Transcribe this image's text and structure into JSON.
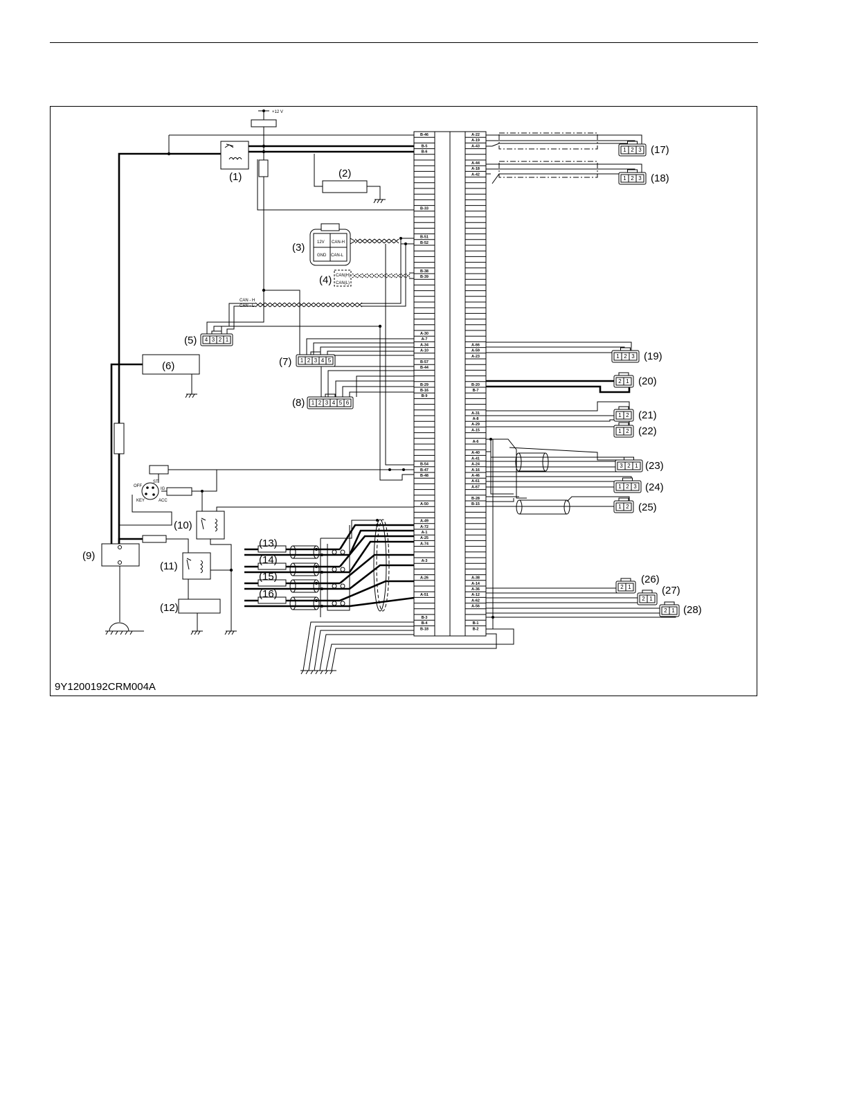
{
  "page": {
    "reference_code": "9Y1200192CRM004A"
  },
  "supply": {
    "label": "+12 V"
  },
  "ecu": {
    "left_pins": [
      {
        "label": "B-46",
        "row": 0
      },
      {
        "label": "B-5",
        "row": 2
      },
      {
        "label": "B-6",
        "row": 3
      },
      {
        "label": "B-33",
        "row": 13
      },
      {
        "label": "B-51",
        "row": 18
      },
      {
        "label": "B-52",
        "row": 19
      },
      {
        "label": "B-38",
        "row": 24
      },
      {
        "label": "B-39",
        "row": 25
      },
      {
        "label": "A-30",
        "row": 35
      },
      {
        "label": "A-7",
        "row": 36
      },
      {
        "label": "A-34",
        "row": 37
      },
      {
        "label": "A-10",
        "row": 38
      },
      {
        "label": "B-57",
        "row": 40
      },
      {
        "label": "B-44",
        "row": 41
      },
      {
        "label": "B-29",
        "row": 44
      },
      {
        "label": "B-16",
        "row": 45
      },
      {
        "label": "B-9",
        "row": 46
      },
      {
        "label": "B-54",
        "row": 58
      },
      {
        "label": "B-47",
        "row": 59
      },
      {
        "label": "B-48",
        "row": 60
      },
      {
        "label": "A-50",
        "row": 65
      },
      {
        "label": "A-49",
        "row": 68
      },
      {
        "label": "A-72",
        "row": 69
      },
      {
        "label": "A-1",
        "row": 70
      },
      {
        "label": "A-25",
        "row": 71
      },
      {
        "label": "A-74",
        "row": 72
      },
      {
        "label": "A-3",
        "row": 75
      },
      {
        "label": "A-26",
        "row": 78
      },
      {
        "label": "A-51",
        "row": 81
      },
      {
        "label": "B-3",
        "row": 85
      },
      {
        "label": "B-4",
        "row": 86
      },
      {
        "label": "B-18",
        "row": 87
      }
    ],
    "right_pins": [
      {
        "label": "A-22",
        "row": 0
      },
      {
        "label": "A-19",
        "row": 1
      },
      {
        "label": "A-43",
        "row": 2
      },
      {
        "label": "A-44",
        "row": 5
      },
      {
        "label": "A-18",
        "row": 6
      },
      {
        "label": "A-42",
        "row": 7
      },
      {
        "label": "A-66",
        "row": 37
      },
      {
        "label": "A-59",
        "row": 38
      },
      {
        "label": "A-23",
        "row": 39
      },
      {
        "label": "B-20",
        "row": 44
      },
      {
        "label": "B-7",
        "row": 45
      },
      {
        "label": "A-31",
        "row": 49
      },
      {
        "label": "A-8",
        "row": 50
      },
      {
        "label": "A-29",
        "row": 51
      },
      {
        "label": "A-15",
        "row": 52
      },
      {
        "label": "A-6",
        "row": 54
      },
      {
        "label": "A-40",
        "row": 56
      },
      {
        "label": "A-41",
        "row": 57
      },
      {
        "label": "A-24",
        "row": 58
      },
      {
        "label": "A-16",
        "row": 59
      },
      {
        "label": "A-46",
        "row": 60
      },
      {
        "label": "A-61",
        "row": 61
      },
      {
        "label": "A-67",
        "row": 62
      },
      {
        "label": "B-28",
        "row": 64
      },
      {
        "label": "B-15",
        "row": 65
      },
      {
        "label": "A-38",
        "row": 78
      },
      {
        "label": "A-14",
        "row": 79
      },
      {
        "label": "A-36",
        "row": 80
      },
      {
        "label": "A-12",
        "row": 81
      },
      {
        "label": "A-62",
        "row": 82
      },
      {
        "label": "A-56",
        "row": 83
      },
      {
        "label": "B-1",
        "row": 86
      },
      {
        "label": "B-2",
        "row": 87
      }
    ]
  },
  "callouts": [
    {
      "label": "(1)"
    },
    {
      "label": "(2)"
    },
    {
      "label": "(3)"
    },
    {
      "label": "(4)"
    },
    {
      "label": "(5)"
    },
    {
      "label": "(6)"
    },
    {
      "label": "(7)"
    },
    {
      "label": "(8)"
    },
    {
      "label": "(9)"
    },
    {
      "label": "(10)"
    },
    {
      "label": "(11)"
    },
    {
      "label": "(12)"
    },
    {
      "label": "(13)"
    },
    {
      "label": "(14)"
    },
    {
      "label": "(15)"
    },
    {
      "label": "(16)"
    },
    {
      "label": "(17)"
    },
    {
      "label": "(18)"
    },
    {
      "label": "(19)"
    },
    {
      "label": "(20)"
    },
    {
      "label": "(21)"
    },
    {
      "label": "(22)"
    },
    {
      "label": "(23)"
    },
    {
      "label": "(24)"
    },
    {
      "label": "(25)"
    },
    {
      "label": "(26)"
    },
    {
      "label": "(27)"
    },
    {
      "label": "(28)"
    }
  ],
  "can_connector": {
    "pin_12v": "12V",
    "pin_canh": "CAN-H",
    "pin_gnd": "GND",
    "pin_canl": "CAN-L"
  },
  "can_terminal": {
    "high": "CAN(H)",
    "low": "CAN(L)"
  },
  "can_lines": {
    "high": "CAN - H",
    "low": "CAN - L"
  },
  "key_switch": {
    "off": "OFF",
    "st": "ST",
    "ig": "IG",
    "key": "KEY",
    "acc": "ACC"
  },
  "connectors": {
    "c5": [
      "4",
      "3",
      "2",
      "1"
    ],
    "c7": [
      "1",
      "2",
      "3",
      "4",
      "5"
    ],
    "c8": [
      "1",
      "2",
      "3",
      "4",
      "5",
      "6"
    ],
    "c17": [
      "1",
      "2",
      "3"
    ],
    "c18": [
      "1",
      "2",
      "3"
    ],
    "c19": [
      "1",
      "2",
      "3"
    ],
    "c20": [
      "2",
      "1"
    ],
    "c21": [
      "1",
      "2"
    ],
    "c22": [
      "1",
      "2"
    ],
    "c23": [
      "3",
      "2",
      "1"
    ],
    "c24": [
      "1",
      "2",
      "3"
    ],
    "c25": [
      "1",
      "2"
    ],
    "c26": [
      "2",
      "1"
    ],
    "c27": [
      "2",
      "1"
    ],
    "c28": [
      "2",
      "1"
    ]
  }
}
